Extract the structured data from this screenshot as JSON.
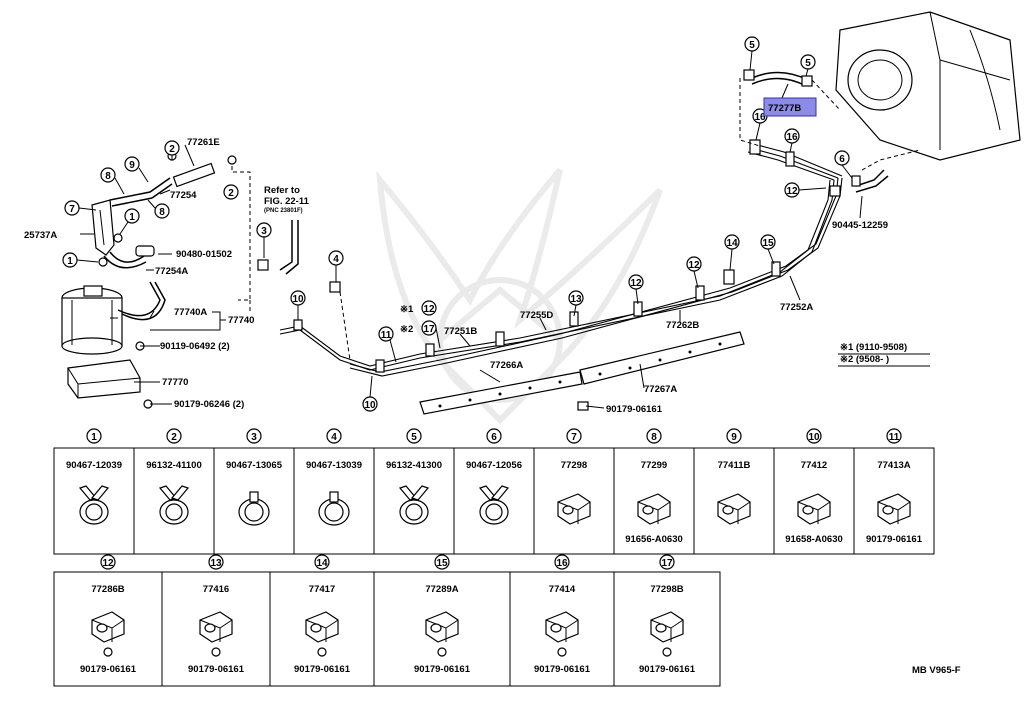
{
  "diagram": {
    "labels": {
      "p77261E": "77261E",
      "p77254": "77254",
      "p25737A": "25737A",
      "p90480": "90480-01502",
      "p77254A": "77254A",
      "p77740A": "77740A",
      "p77740": "77740",
      "p90119": "90119-06492 (2)",
      "p77770": "77770",
      "p90179_246": "90179-06246 (2)",
      "refer1": "Refer to",
      "refer2": "FIG. 22-11",
      "refer3": "(PNC 23801F)",
      "p77251B": "77251B",
      "p77255D": "77255D",
      "p77262B": "77262B",
      "p77266A": "77266A",
      "p77267A": "77267A",
      "p90179_161": "90179-06161",
      "p77277B": "77277B",
      "p90445": "90445-12259",
      "p77252A": "77252A",
      "note1": "※1",
      "note2": "※2",
      "legend1": "※1 (9110-9508)",
      "legend2": "※2 (9508-      )",
      "code": "MB V965-F"
    },
    "callouts": [
      "1",
      "2",
      "3",
      "4",
      "5",
      "6",
      "7",
      "8",
      "9",
      "10",
      "11",
      "12",
      "13",
      "14",
      "15",
      "16",
      "17"
    ]
  },
  "table_row1": [
    {
      "num": "1",
      "part": "90467-12039",
      "sub": ""
    },
    {
      "num": "2",
      "part": "96132-41100",
      "sub": ""
    },
    {
      "num": "3",
      "part": "90467-13065",
      "sub": ""
    },
    {
      "num": "4",
      "part": "90467-13039",
      "sub": ""
    },
    {
      "num": "5",
      "part": "96132-41300",
      "sub": ""
    },
    {
      "num": "6",
      "part": "90467-12056",
      "sub": ""
    },
    {
      "num": "7",
      "part": "77298",
      "sub": ""
    },
    {
      "num": "8",
      "part": "77299",
      "sub": "91656-A0630"
    },
    {
      "num": "9",
      "part": "77411B",
      "sub": ""
    },
    {
      "num": "10",
      "part": "77412",
      "sub": "91658-A0630"
    },
    {
      "num": "11",
      "part": "77413A",
      "sub": "90179-06161"
    }
  ],
  "table_row2": [
    {
      "num": "12",
      "part": "77286B",
      "sub": "90179-06161"
    },
    {
      "num": "13",
      "part": "77416",
      "sub": "90179-06161"
    },
    {
      "num": "14",
      "part": "77417",
      "sub": "90179-06161"
    },
    {
      "num": "15",
      "part": "77289A",
      "sub": "90179-06161"
    },
    {
      "num": "16",
      "part": "77414",
      "sub": "90179-06161"
    },
    {
      "num": "17",
      "part": "77298B",
      "sub": "90179-06161"
    }
  ]
}
